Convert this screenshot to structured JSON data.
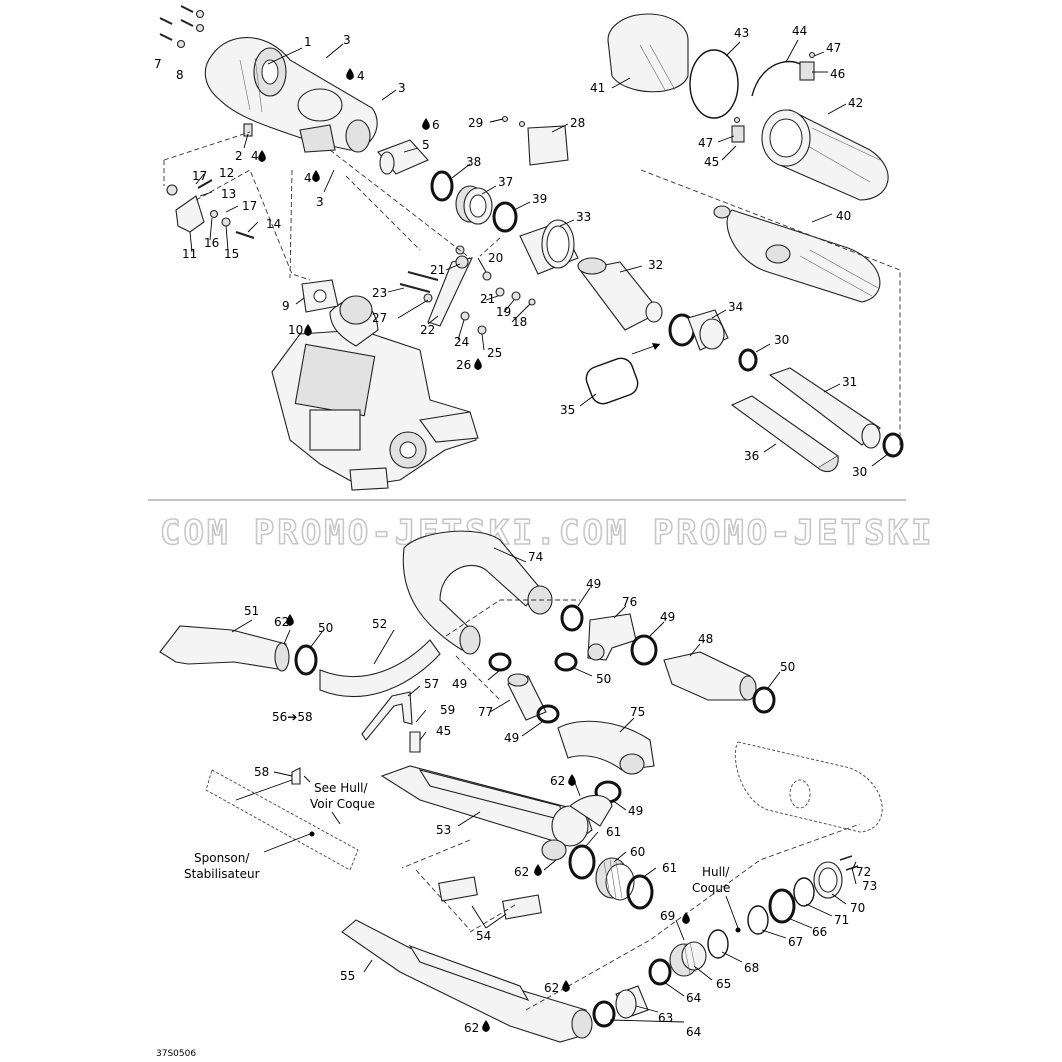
{
  "watermark": {
    "text": "COM   PROMO-JETSKI.COM   PROMO-JETSKI"
  },
  "diagram_code": "37S0506",
  "notes": {
    "see_hull_line1": "See Hull/",
    "see_hull_line2": "Voir Coque",
    "sponson_line1": "Sponson/",
    "sponson_line2": "Stabilisateur",
    "hull_line1": "Hull/",
    "hull_line2": "Coque",
    "range_56_58": "56➔58"
  },
  "callouts": [
    {
      "id": "c1",
      "text": "1"
    },
    {
      "id": "c2",
      "text": "2"
    },
    {
      "id": "c3a",
      "text": "3"
    },
    {
      "id": "c3b",
      "text": "3"
    },
    {
      "id": "c3c",
      "text": "3"
    },
    {
      "id": "c4a",
      "text": "4"
    },
    {
      "id": "c4b",
      "text": "4"
    },
    {
      "id": "c4c",
      "text": "4"
    },
    {
      "id": "c5",
      "text": "5"
    },
    {
      "id": "c6",
      "text": "6"
    },
    {
      "id": "c7",
      "text": "7"
    },
    {
      "id": "c8",
      "text": "8"
    },
    {
      "id": "c9",
      "text": "9"
    },
    {
      "id": "c10",
      "text": "10"
    },
    {
      "id": "c11",
      "text": "11"
    },
    {
      "id": "c12",
      "text": "12"
    },
    {
      "id": "c13",
      "text": "13"
    },
    {
      "id": "c14",
      "text": "14"
    },
    {
      "id": "c15",
      "text": "15"
    },
    {
      "id": "c16",
      "text": "16"
    },
    {
      "id": "c17a",
      "text": "17"
    },
    {
      "id": "c17b",
      "text": "17"
    },
    {
      "id": "c18",
      "text": "18"
    },
    {
      "id": "c19",
      "text": "19"
    },
    {
      "id": "c20",
      "text": "20"
    },
    {
      "id": "c21a",
      "text": "21"
    },
    {
      "id": "c21b",
      "text": "21"
    },
    {
      "id": "c22",
      "text": "22"
    },
    {
      "id": "c23",
      "text": "23"
    },
    {
      "id": "c24",
      "text": "24"
    },
    {
      "id": "c25",
      "text": "25"
    },
    {
      "id": "c26",
      "text": "26"
    },
    {
      "id": "c27",
      "text": "27"
    },
    {
      "id": "c28",
      "text": "28"
    },
    {
      "id": "c29",
      "text": "29"
    },
    {
      "id": "c30a",
      "text": "30"
    },
    {
      "id": "c30b",
      "text": "30"
    },
    {
      "id": "c31",
      "text": "31"
    },
    {
      "id": "c32",
      "text": "32"
    },
    {
      "id": "c33",
      "text": "33"
    },
    {
      "id": "c34",
      "text": "34"
    },
    {
      "id": "c35",
      "text": "35"
    },
    {
      "id": "c36",
      "text": "36"
    },
    {
      "id": "c37",
      "text": "37"
    },
    {
      "id": "c38",
      "text": "38"
    },
    {
      "id": "c39",
      "text": "39"
    },
    {
      "id": "c40",
      "text": "40"
    },
    {
      "id": "c41",
      "text": "41"
    },
    {
      "id": "c42",
      "text": "42"
    },
    {
      "id": "c43",
      "text": "43"
    },
    {
      "id": "c44",
      "text": "44"
    },
    {
      "id": "c45a",
      "text": "45"
    },
    {
      "id": "c45b",
      "text": "45"
    },
    {
      "id": "c46",
      "text": "46"
    },
    {
      "id": "c47a",
      "text": "47"
    },
    {
      "id": "c47b",
      "text": "47"
    },
    {
      "id": "c48",
      "text": "48"
    },
    {
      "id": "c49a",
      "text": "49"
    },
    {
      "id": "c49b",
      "text": "49"
    },
    {
      "id": "c49c",
      "text": "49"
    },
    {
      "id": "c49d",
      "text": "49"
    },
    {
      "id": "c49e",
      "text": "49"
    },
    {
      "id": "c50a",
      "text": "50"
    },
    {
      "id": "c50b",
      "text": "50"
    },
    {
      "id": "c50c",
      "text": "50"
    },
    {
      "id": "c51",
      "text": "51"
    },
    {
      "id": "c52",
      "text": "52"
    },
    {
      "id": "c53",
      "text": "53"
    },
    {
      "id": "c54",
      "text": "54"
    },
    {
      "id": "c55",
      "text": "55"
    },
    {
      "id": "c57",
      "text": "57"
    },
    {
      "id": "c58",
      "text": "58"
    },
    {
      "id": "c59",
      "text": "59"
    },
    {
      "id": "c60",
      "text": "60"
    },
    {
      "id": "c61a",
      "text": "61"
    },
    {
      "id": "c61b",
      "text": "61"
    },
    {
      "id": "c62a",
      "text": "62"
    },
    {
      "id": "c62b",
      "text": "62"
    },
    {
      "id": "c62c",
      "text": "62"
    },
    {
      "id": "c62d",
      "text": "62"
    },
    {
      "id": "c62e",
      "text": "62"
    },
    {
      "id": "c63",
      "text": "63"
    },
    {
      "id": "c64a",
      "text": "64"
    },
    {
      "id": "c64b",
      "text": "64"
    },
    {
      "id": "c65",
      "text": "65"
    },
    {
      "id": "c66",
      "text": "66"
    },
    {
      "id": "c67",
      "text": "67"
    },
    {
      "id": "c68",
      "text": "68"
    },
    {
      "id": "c69",
      "text": "69"
    },
    {
      "id": "c70",
      "text": "70"
    },
    {
      "id": "c71",
      "text": "71"
    },
    {
      "id": "c72",
      "text": "72"
    },
    {
      "id": "c73",
      "text": "73"
    },
    {
      "id": "c74",
      "text": "74"
    },
    {
      "id": "c75",
      "text": "75"
    },
    {
      "id": "c76",
      "text": "76"
    },
    {
      "id": "c77",
      "text": "77"
    }
  ]
}
